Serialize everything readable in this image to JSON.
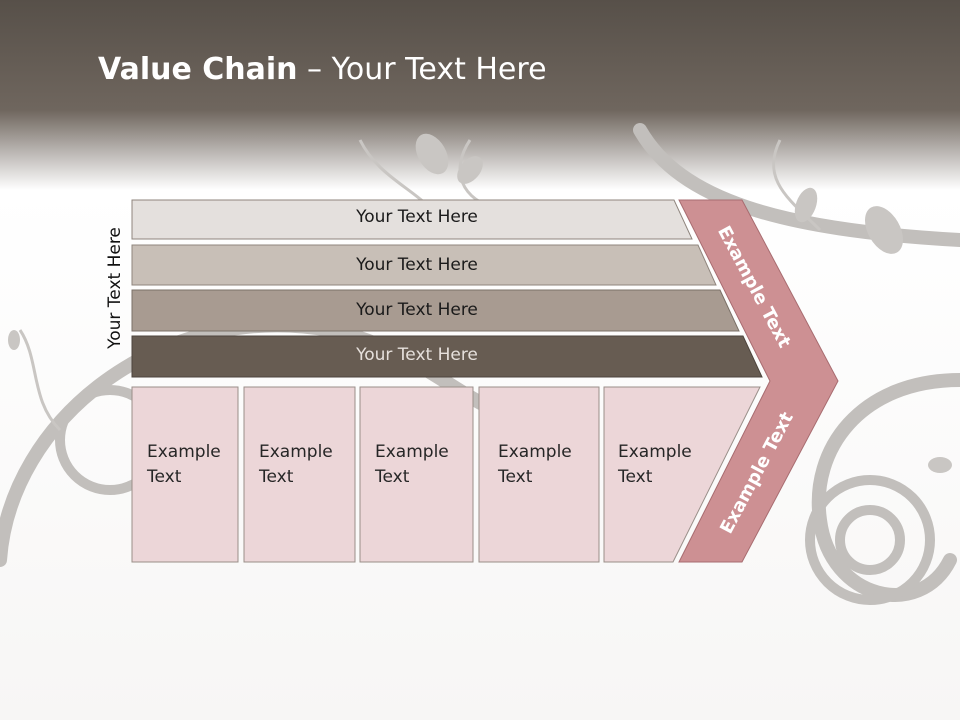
{
  "title": {
    "bold": "Value Chain",
    "rest": " – Your Text Here"
  },
  "vertical_label": "Your Text Here",
  "bars": [
    "Your Text Here",
    "Your Text Here",
    "Your Text Here",
    "Your Text Here"
  ],
  "cells": [
    {
      "line1": "Example",
      "line2": "Text"
    },
    {
      "line1": "Example",
      "line2": "Text"
    },
    {
      "line1": "Example",
      "line2": "Text"
    },
    {
      "line1": "Example",
      "line2": "Text"
    },
    {
      "line1": "Example",
      "line2": "Text"
    }
  ],
  "chevron": {
    "upper": "Example Text",
    "lower": "Example Text"
  },
  "colors": {
    "header": "#665d55",
    "bar1": "#e4e0dd",
    "bar2": "#c8bfb7",
    "bar3": "#a89b91",
    "bar4": "#675c52",
    "cell": "#ecd6d8",
    "chevron": "#cd9093"
  }
}
